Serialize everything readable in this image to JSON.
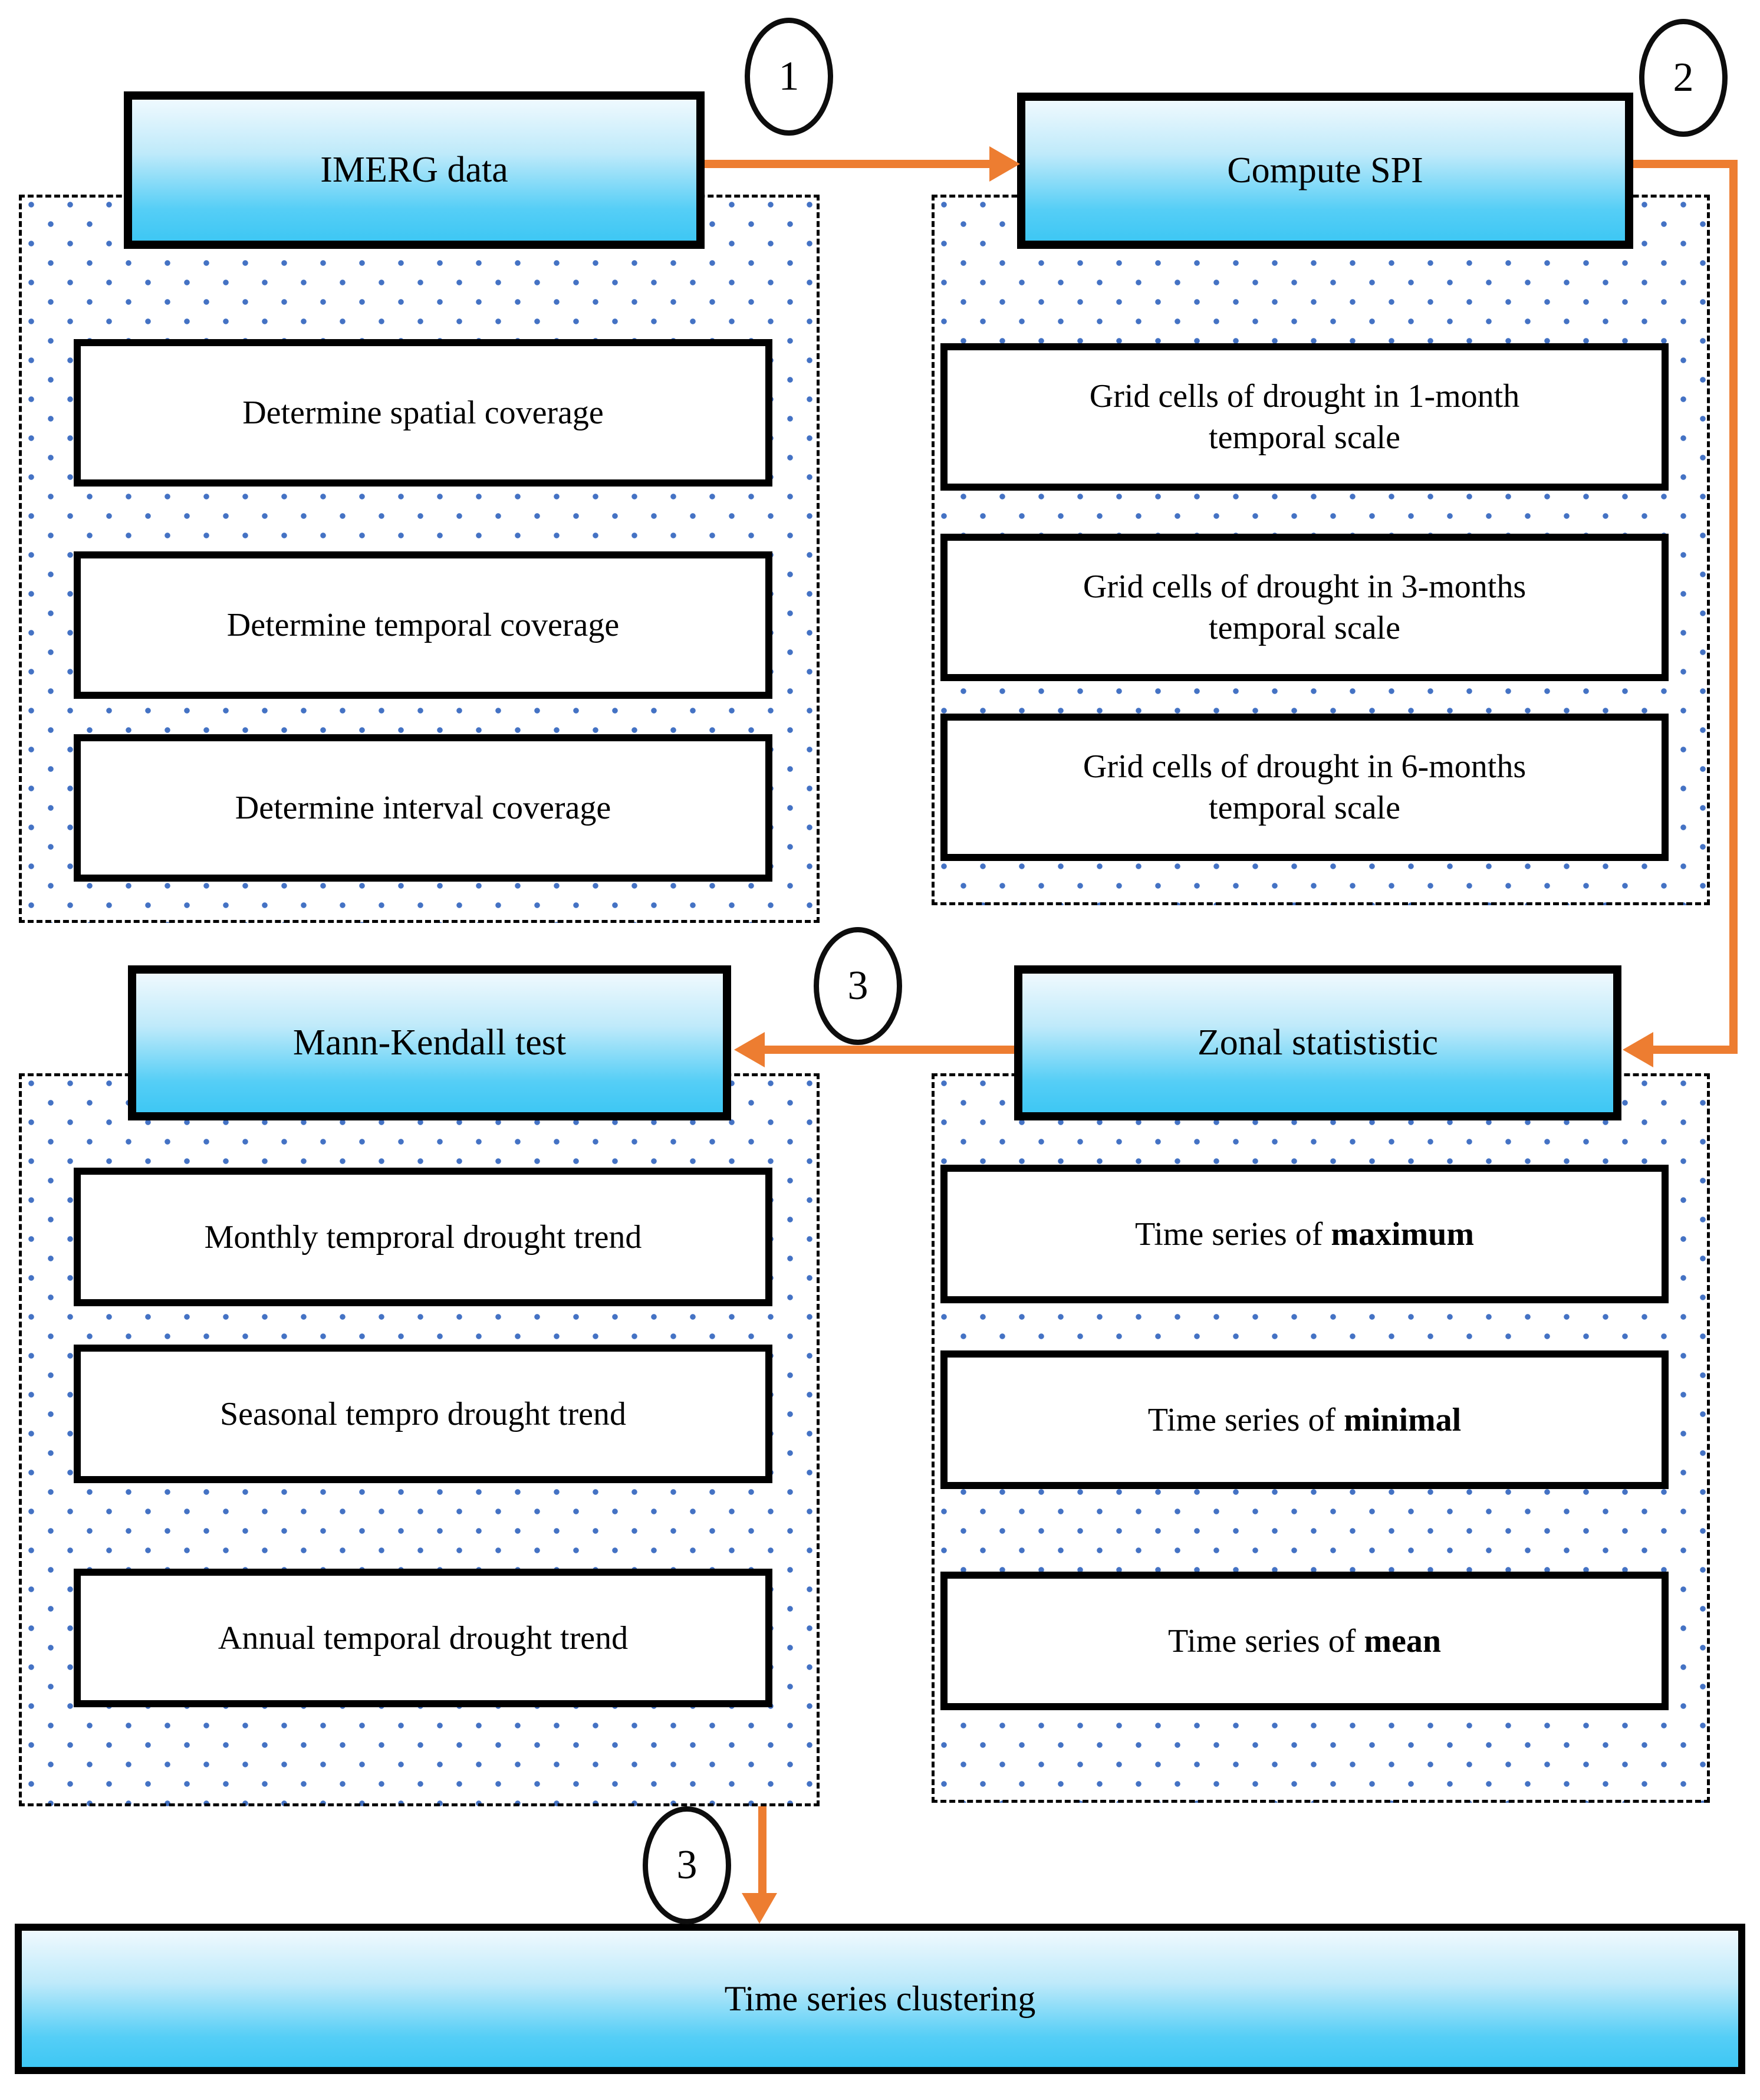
{
  "diagram": {
    "badges": {
      "step1": "1",
      "step2": "2",
      "step3_mid": "3",
      "step3_bottom": "3"
    },
    "groups": [
      {
        "header": "IMERG data",
        "items": [
          "Determine spatial coverage",
          "Determine temporal coverage",
          "Determine interval coverage"
        ]
      },
      {
        "header": "Compute SPI",
        "items": [
          "Grid cells of drought in 1-month\ntemporal scale",
          "Grid cells of drought in 3-months\ntemporal scale",
          "Grid cells of drought in 6-months\ntemporal scale"
        ]
      },
      {
        "header": "Mann-Kendall test",
        "items": [
          "Monthly temproral drought trend",
          "Seasonal tempro drought trend",
          "Annual temporal drought trend"
        ]
      },
      {
        "header": "Zonal statististic",
        "items_prefix": "Time series of",
        "items_bold": [
          "maximum",
          "minimal",
          "mean"
        ]
      }
    ],
    "footer": {
      "label": "Time series clustering"
    },
    "colors": {
      "node_fill_top": "#eff9fe",
      "node_fill_bottom": "#3ec7f4",
      "arrow": "#ED7D31",
      "dot_fill": "#4472c4",
      "border": "#000000"
    }
  }
}
